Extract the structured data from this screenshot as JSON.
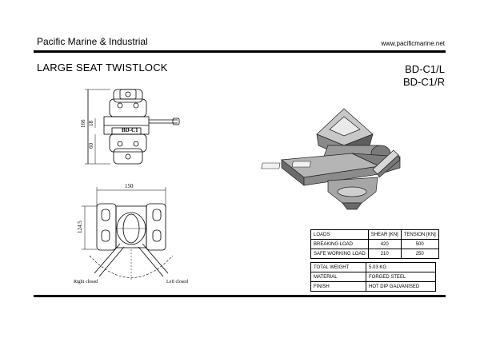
{
  "header": {
    "company": "Pacific Marine & Industrial",
    "website": "www.pacificmarine.net"
  },
  "product": {
    "title": "LARGE SEAT TWISTLOCK",
    "codes": [
      "BD-C1/L",
      "BD-C1/R"
    ]
  },
  "drawing": {
    "dim_height_total": "166",
    "dim_small": "18",
    "dim_lower": "60",
    "dim_width": "150",
    "dim_depth": "124.5",
    "part_label": "BD-C1",
    "caption_right": "Right closed",
    "caption_left": "Left closed"
  },
  "loads_table": {
    "headers": [
      "LOADS",
      "SHEAR [KN]",
      "TENSION [KN]"
    ],
    "rows": [
      [
        "BREAKING LOAD",
        "420",
        "500"
      ],
      [
        "SAFE WORKING LOAD",
        "210",
        "250"
      ]
    ]
  },
  "props_table": {
    "rows": [
      [
        "TOTAL WEIGHT",
        "5.03 KG"
      ],
      [
        "MATERIAL",
        "FORGED STEEL"
      ],
      [
        "FINISH",
        "HOT DIP GALVANISED"
      ]
    ]
  }
}
